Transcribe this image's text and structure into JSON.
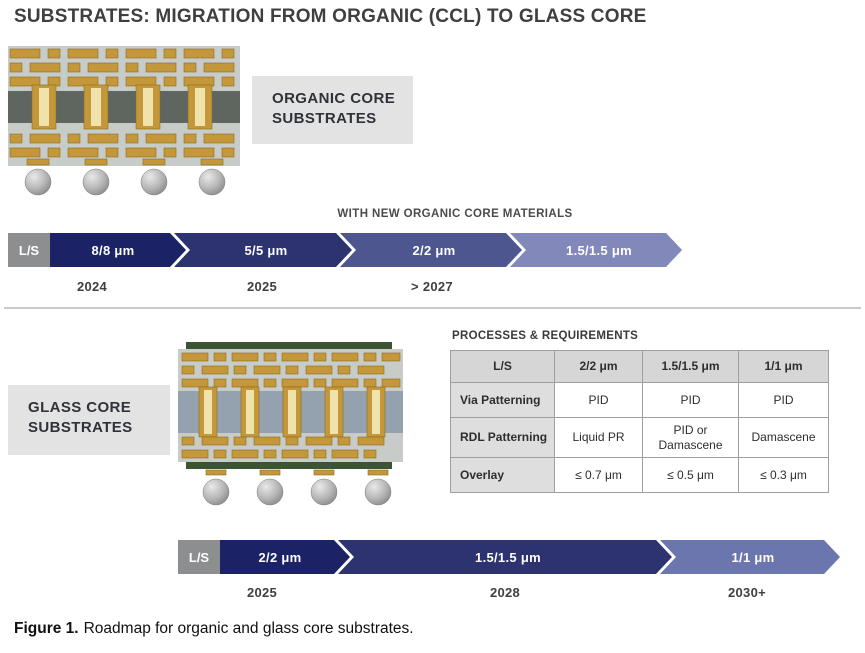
{
  "title": "SUBSTRATES: MIGRATION FROM ORGANIC (CCL) TO GLASS CORE",
  "colors": {
    "ls_box": "#8d8e90",
    "label_box": "#e3e3e3",
    "navy_dark": "#1c2266",
    "navy_mid": "#2c336f",
    "purple_mid": "#4e568f",
    "purple_light": "#8289ba",
    "gold_trace": "#c3973a",
    "glass_core": "#93a2ae"
  },
  "organic": {
    "label_line1": "ORGANIC CORE",
    "label_line2": "SUBSTRATES",
    "note": "WITH NEW ORGANIC CORE MATERIALS",
    "ls": "L/S",
    "arrows": [
      {
        "label": "8/8 μm",
        "color": "#1c2266"
      },
      {
        "label": "5/5 μm",
        "color": "#2c336f"
      },
      {
        "label": "2/2 μm",
        "color": "#4e568f"
      },
      {
        "label": "1.5/1.5 μm",
        "color": "#8289ba"
      }
    ],
    "years": [
      "2024",
      "2025",
      "> 2027"
    ]
  },
  "glass": {
    "label_line1": "GLASS CORE",
    "label_line2": "SUBSTRATES",
    "ls": "L/S",
    "table": {
      "title": "PROCESSES & REQUIREMENTS",
      "headers": [
        "L/S",
        "2/2 μm",
        "1.5/1.5 μm",
        "1/1 μm"
      ],
      "rows": [
        {
          "name": "Via Patterning",
          "values": [
            "PID",
            "PID",
            "PID"
          ]
        },
        {
          "name": "RDL Patterning",
          "values": [
            "Liquid PR",
            "PID or Damascene",
            "Damascene"
          ]
        },
        {
          "name": "Overlay",
          "values": [
            "≤ 0.7 μm",
            "≤ 0.5 μm",
            "≤ 0.3 μm"
          ]
        }
      ]
    },
    "arrows": [
      {
        "label": "2/2 μm",
        "color": "#1c2266"
      },
      {
        "label": "1.5/1.5 μm",
        "color": "#2c336f"
      },
      {
        "label": "1/1 μm",
        "color": "#6c76ae"
      }
    ],
    "years": [
      "2025",
      "2028",
      "2030+"
    ]
  },
  "caption": {
    "figure": "Figure 1.",
    "text": "Roadmap for organic and glass core substrates."
  }
}
